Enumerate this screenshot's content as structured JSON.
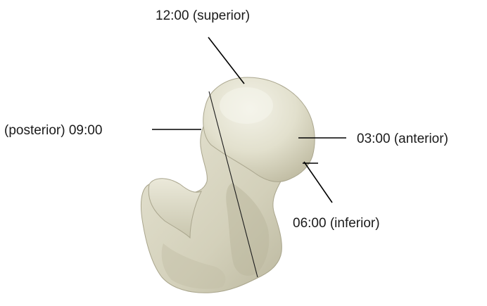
{
  "labels": {
    "superior": "12:00  (superior)",
    "posterior": "(posterior) 09:00",
    "anterior": "03:00  (anterior)",
    "inferior": "06:00  (inferior)"
  },
  "colors": {
    "bone_fill": "#e3e1cf",
    "bone_shadow": "#b9b59c",
    "bone_highlight": "#f1f0e4",
    "text": "#1a1a1a",
    "leader_lines": "#000000"
  }
}
